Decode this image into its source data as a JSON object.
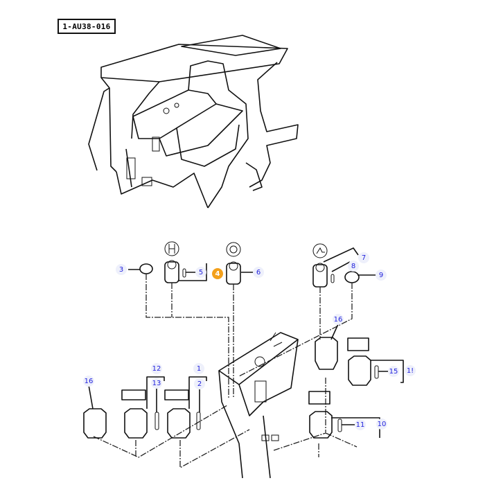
{
  "diagram_code": "1-AU38-016",
  "highlight_color": "#f3a01b",
  "callout_color": "#2222dd",
  "callouts": [
    {
      "label": "3"
    },
    {
      "label": "5"
    },
    {
      "label": "4",
      "highlighted": true
    },
    {
      "label": "6"
    },
    {
      "label": "7"
    },
    {
      "label": "8"
    },
    {
      "label": "9"
    },
    {
      "label": "16"
    },
    {
      "label": "15"
    },
    {
      "label": "1!"
    },
    {
      "label": "16"
    },
    {
      "label": "12"
    },
    {
      "label": "13"
    },
    {
      "label": "1"
    },
    {
      "label": "2"
    },
    {
      "label": "11"
    },
    {
      "label": "10"
    }
  ]
}
